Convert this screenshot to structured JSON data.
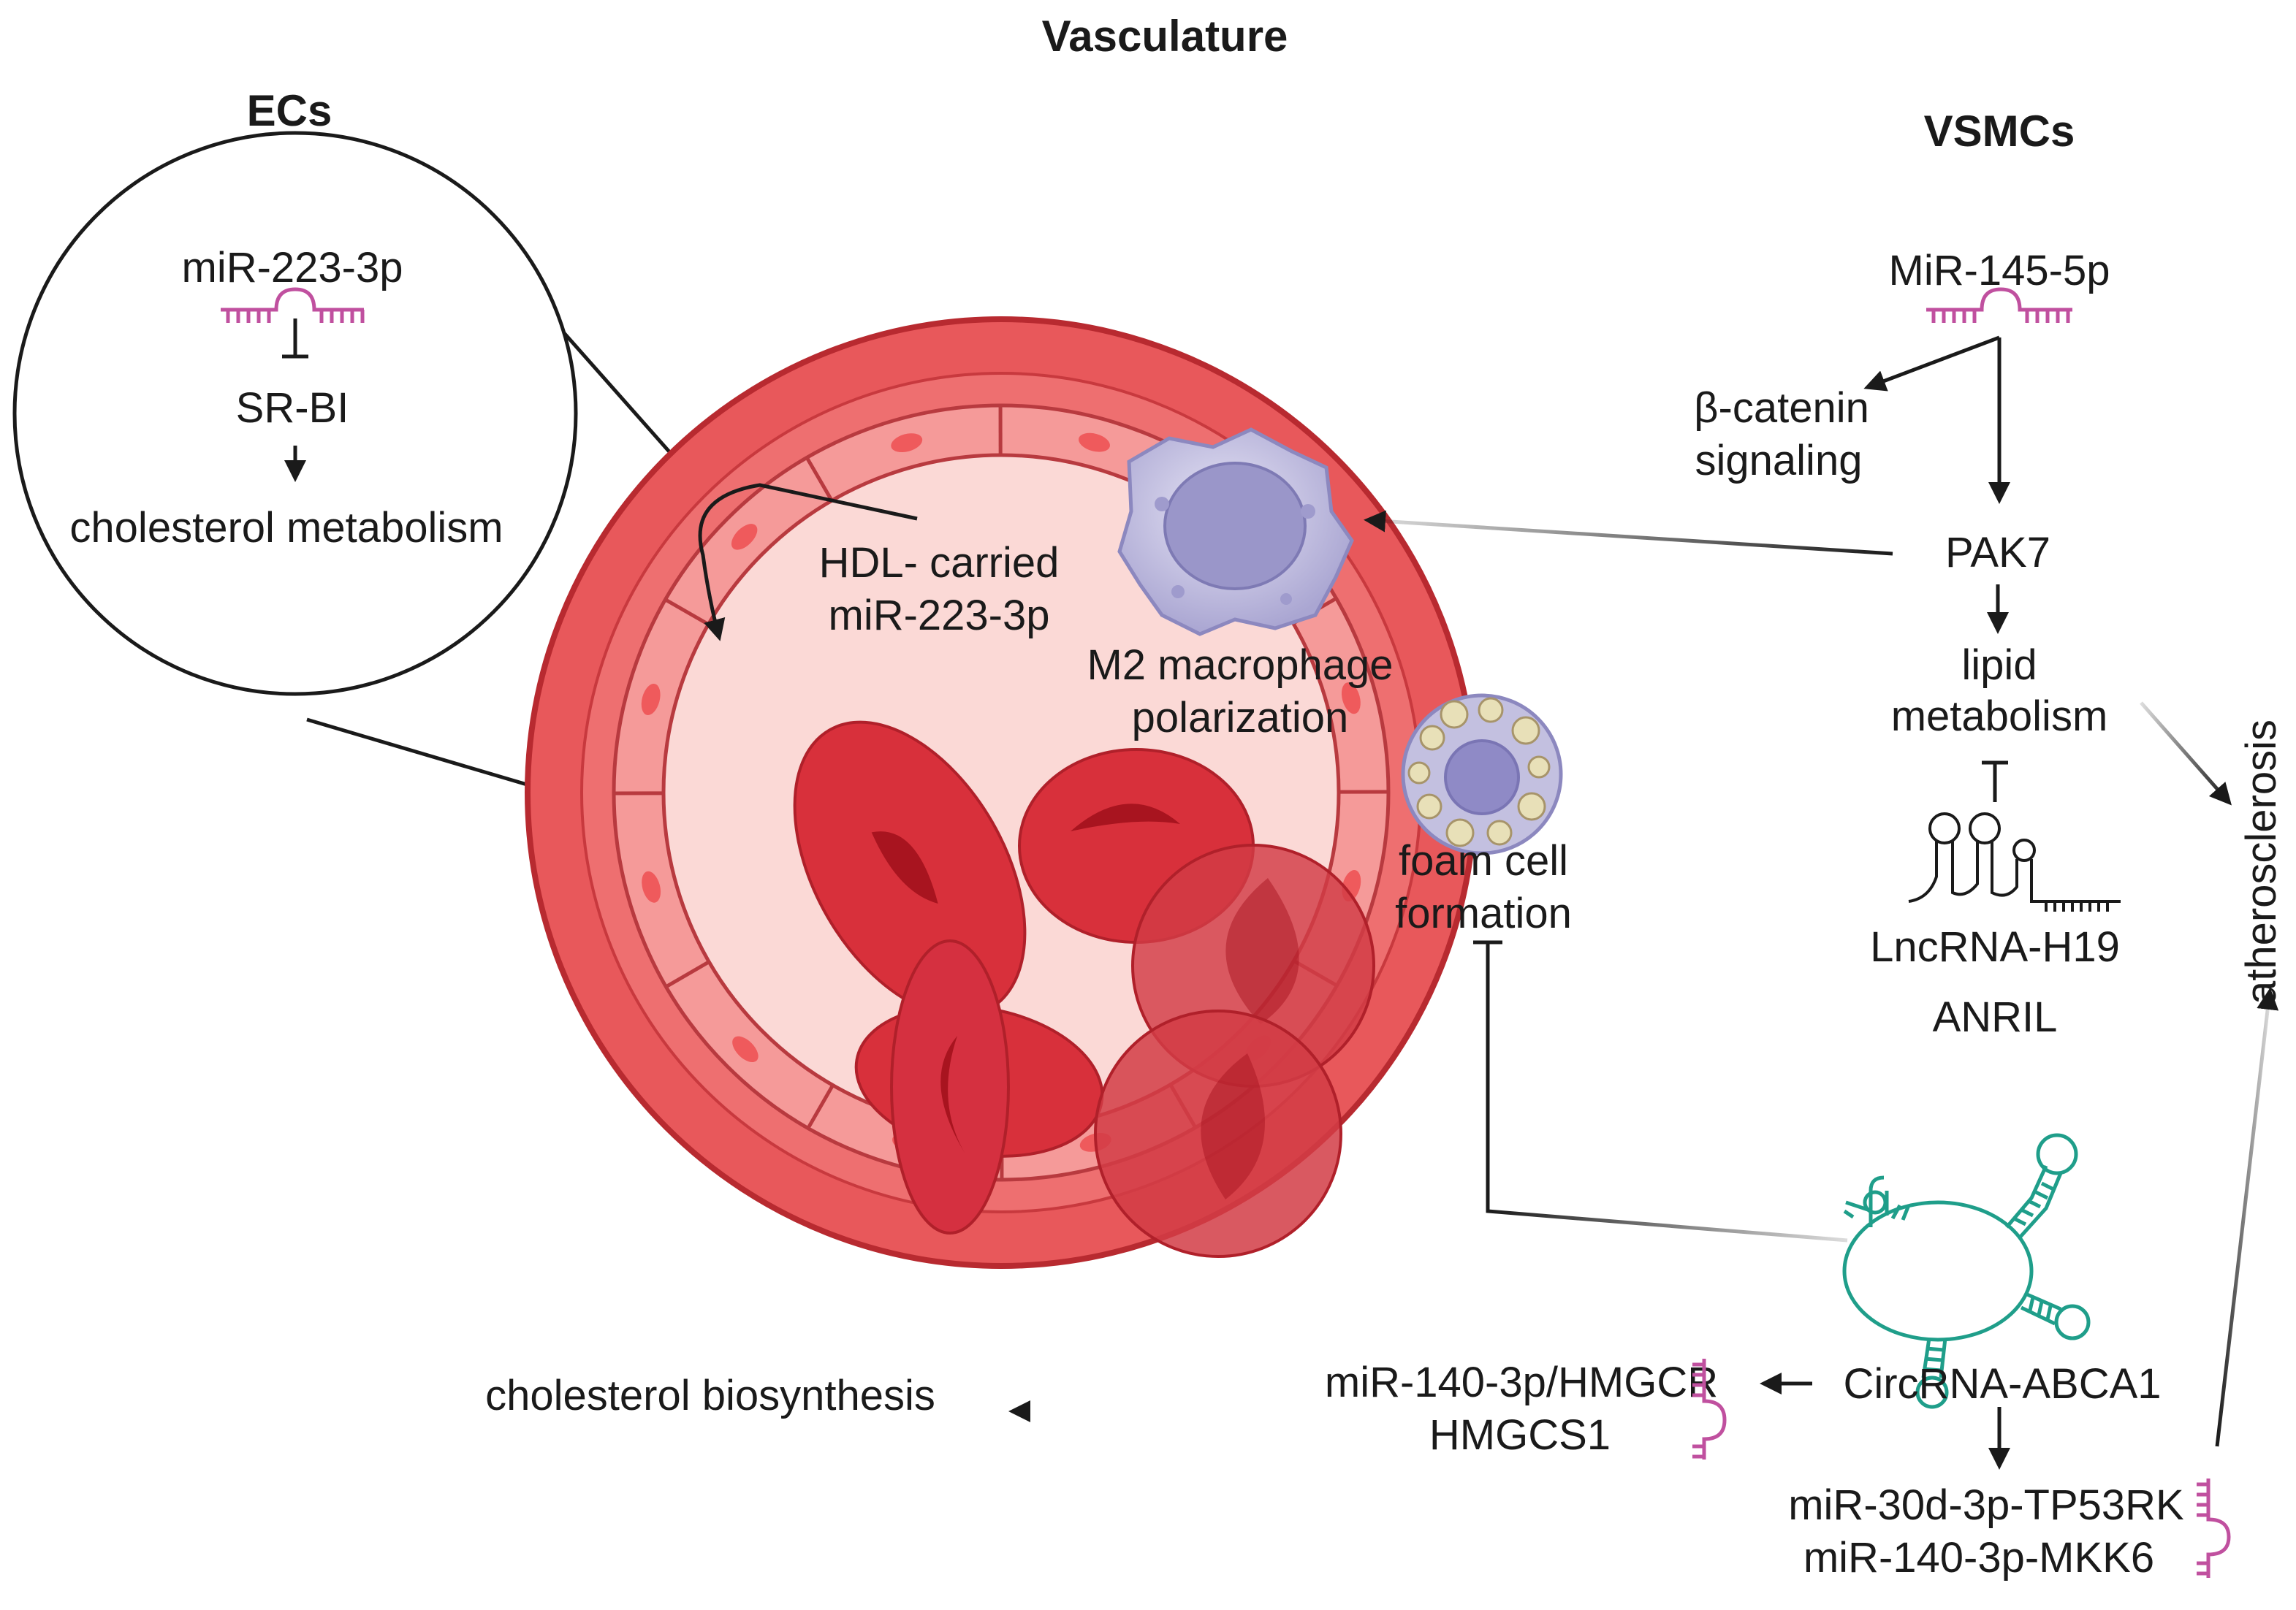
{
  "headings": {
    "vasculature": "Vasculature",
    "ecs": "ECs",
    "vsmcs": "VSMCs"
  },
  "ecs_panel": {
    "mirna": "miR-223-3p",
    "target": "SR-BI",
    "outcome": "cholesterol metabolism"
  },
  "vessel": {
    "hdl_line1": "HDL- carried",
    "hdl_line2": "miR-223-3p",
    "macrophage_line1": "M2 macrophage",
    "macrophage_line2": "polarization",
    "foam_line1": "foam cell",
    "foam_line2": "formation"
  },
  "vsmcs_panel": {
    "mirna": "MiR-145-5p",
    "catenin_line1": "β-catenin",
    "catenin_line2": "signaling",
    "pak7": "PAK7",
    "lipid_line1": "lipid",
    "lipid_line2": "metabolism",
    "lncrna": "LncRNA-H19",
    "anril": "ANRIL",
    "atherosclerosis": "atherosclerosis"
  },
  "circ_panel": {
    "circrna": "CircRNA-ABCA1",
    "hmgcr": "miR-140-3p/HMGCR",
    "hmgcs1": "HMGCS1",
    "biosynthesis": "cholesterol biosynthesis",
    "tp53rk": "miR-30d-3p-TP53RK",
    "mkk6": "miR-140-3p-MKK6"
  },
  "colors": {
    "mirna": "#c0509f",
    "circrna": "#1f9e8a",
    "vessel_outer": "#cf3a3f",
    "vessel_lumen": "#fbd9d6",
    "rbc": "#d8303b",
    "macrophage": "#b9b6da",
    "text": "#1a1a1a"
  }
}
